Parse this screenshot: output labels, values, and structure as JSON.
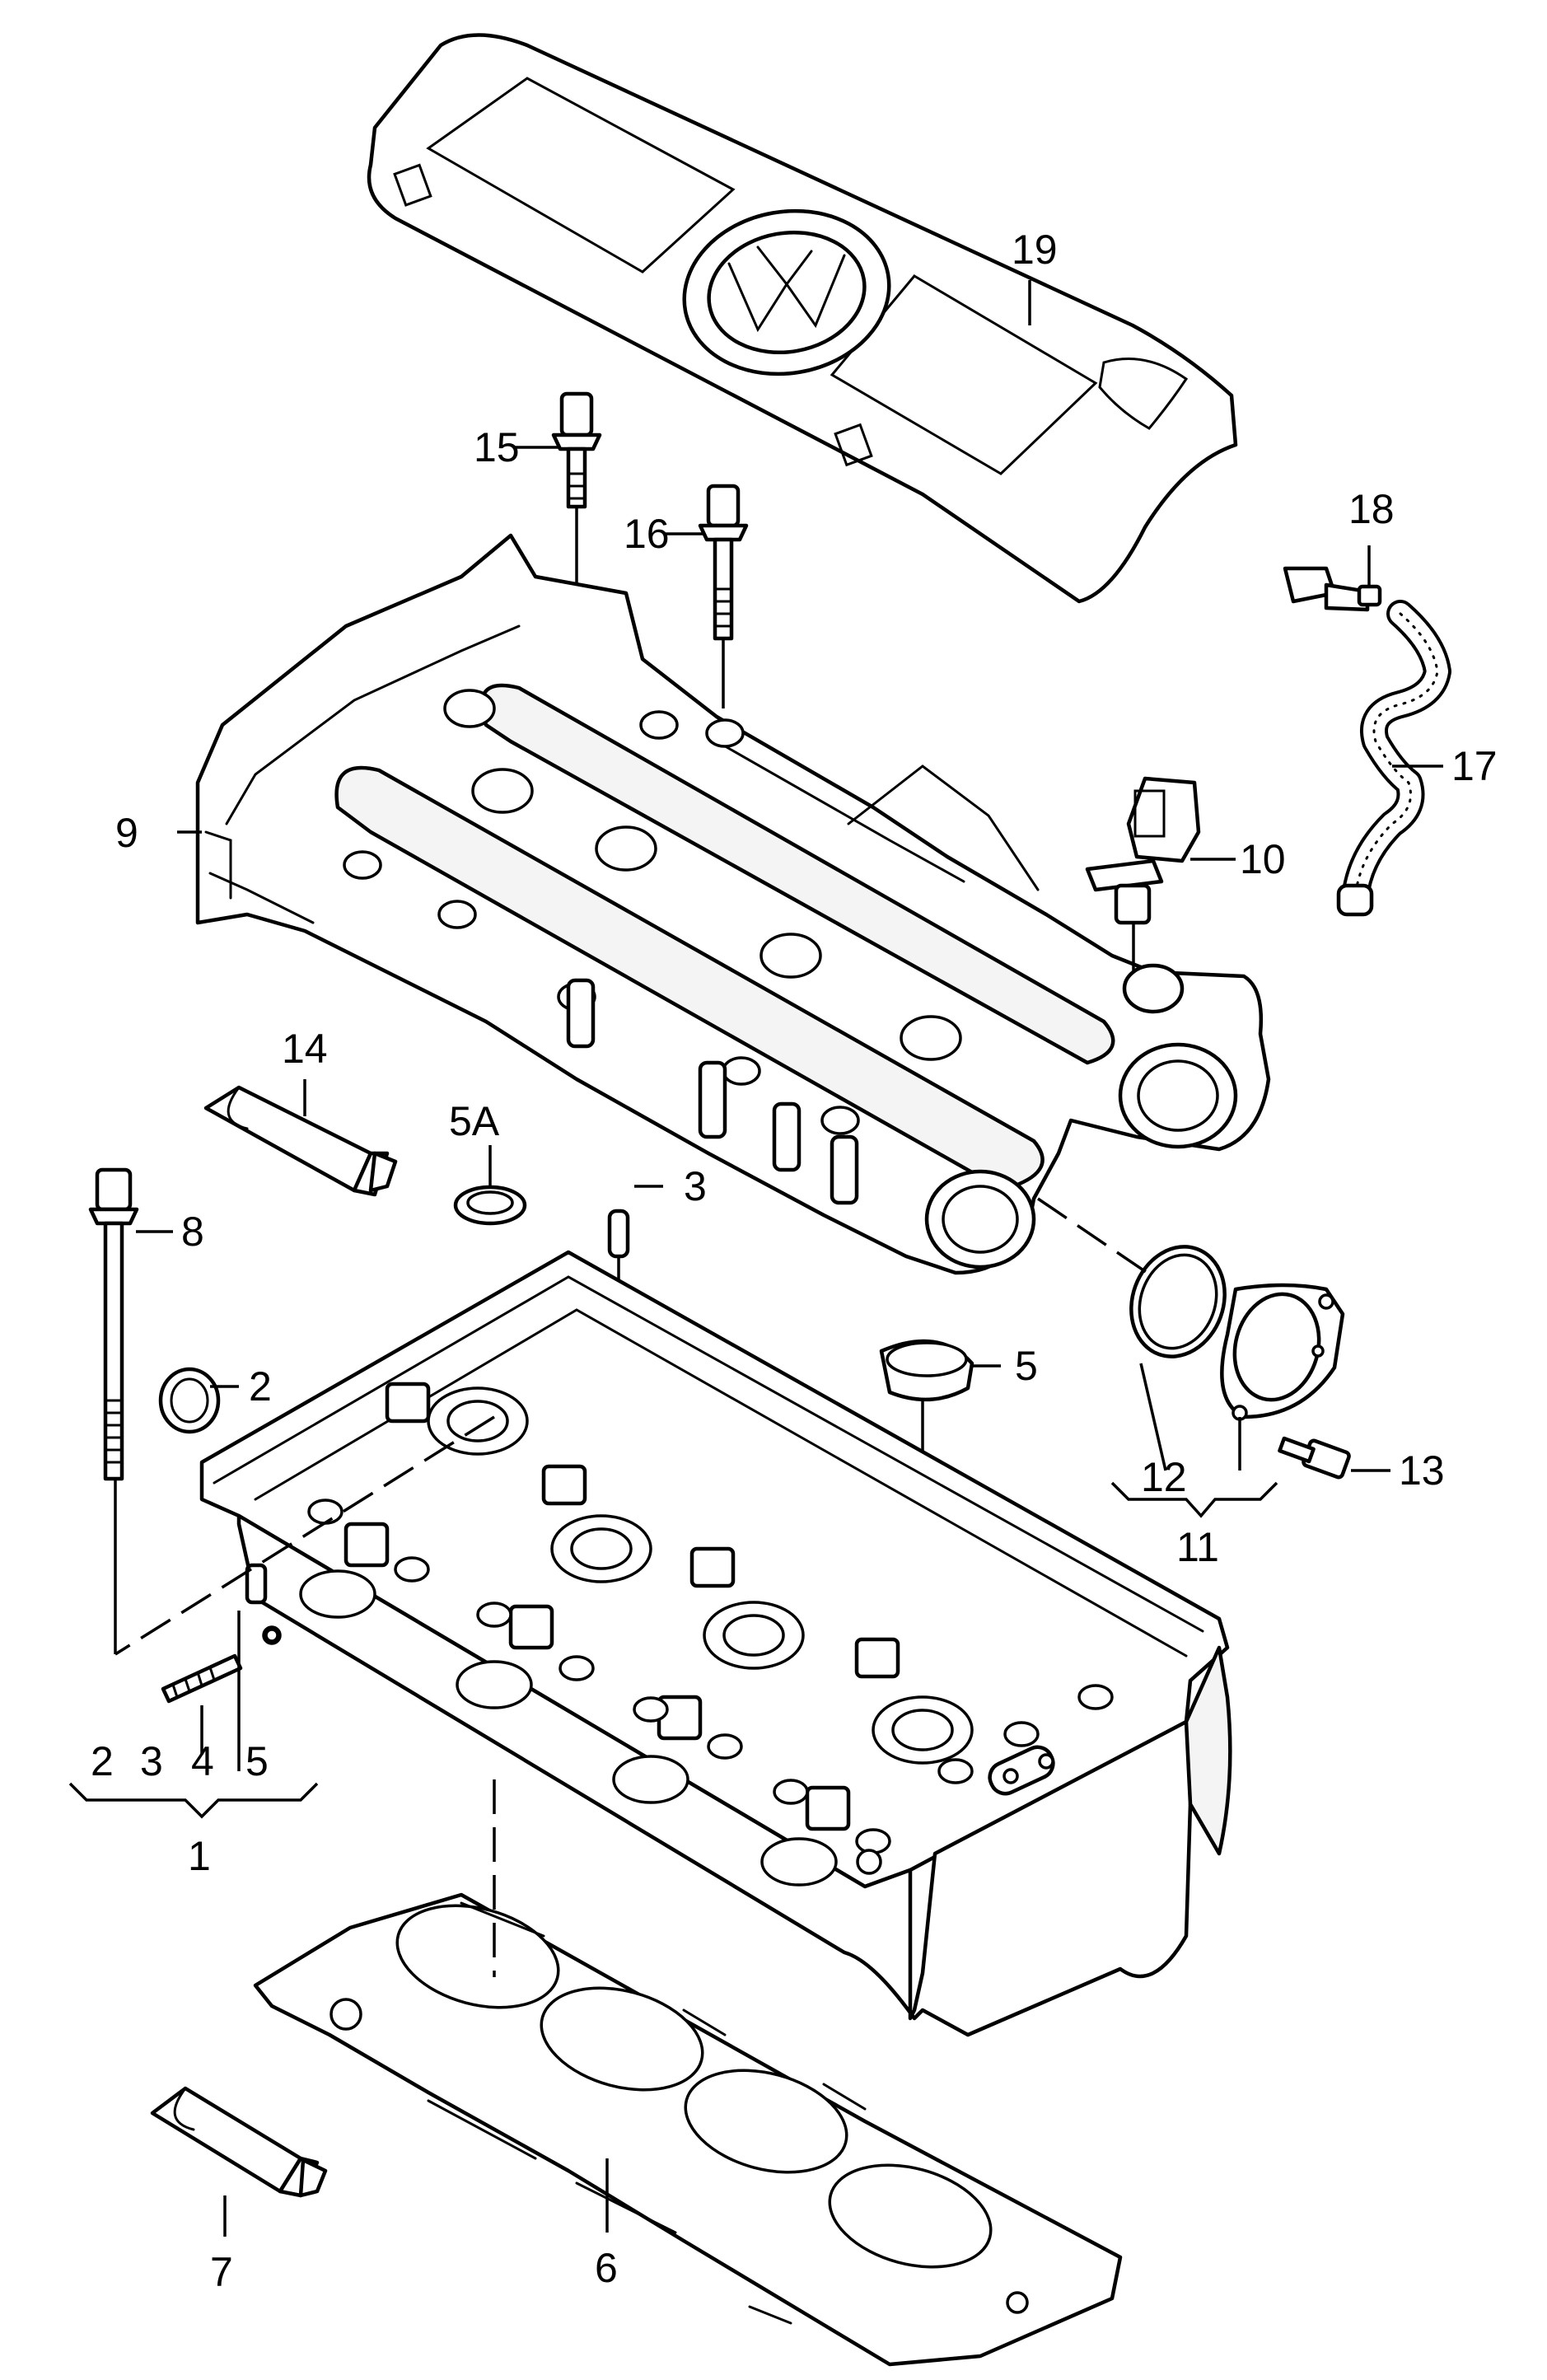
{
  "callouts": {
    "c1": "1",
    "c2": "2",
    "c3": "3",
    "c4": "4",
    "c5": "5",
    "c5a": "5A",
    "c6": "6",
    "c7": "7",
    "c8": "8",
    "c9": "9",
    "c10": "10",
    "c11": "11",
    "c12": "12",
    "c13": "13",
    "c14": "14",
    "c15": "15",
    "c16": "16",
    "c17": "17",
    "c18": "18",
    "c19": "19",
    "group1": {
      "a": "2",
      "b": "3",
      "c": "4",
      "d": "5"
    }
  },
  "icons": {
    "cover_logo": "vw-logo-icon"
  }
}
